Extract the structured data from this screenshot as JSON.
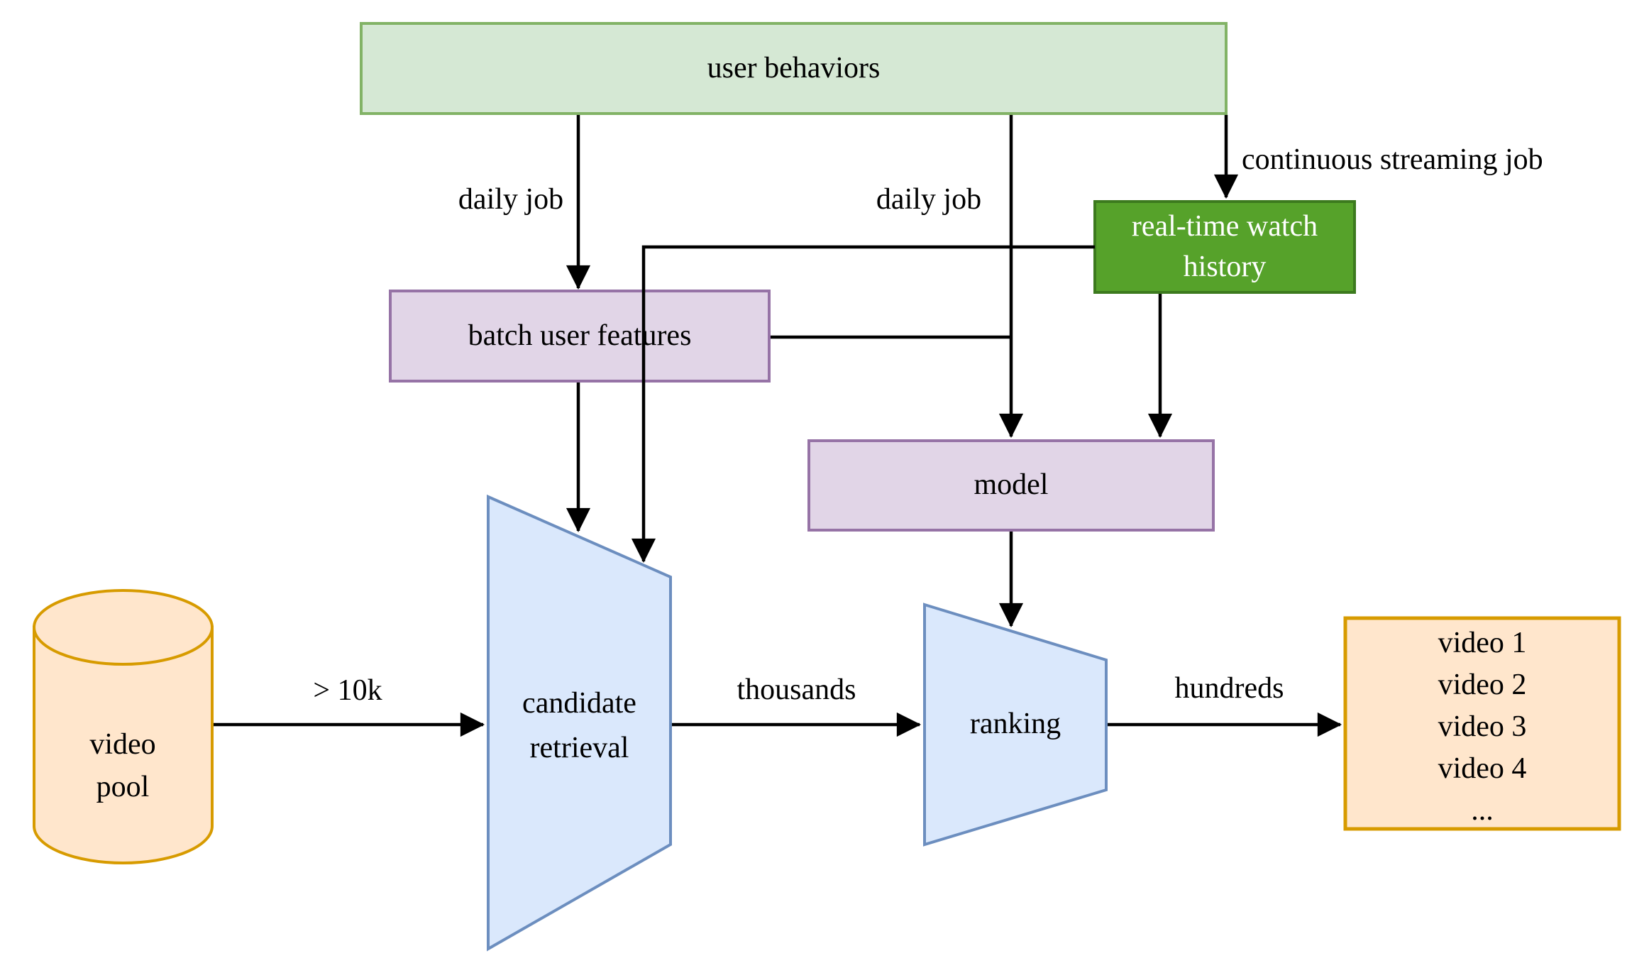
{
  "diagram": {
    "nodes": {
      "user_behaviors": {
        "label": "user behaviors"
      },
      "realtime_watch_history": {
        "label": "real-time watch history"
      },
      "batch_user_features": {
        "label": "batch user features"
      },
      "model": {
        "label": "model"
      },
      "video_pool": {
        "label": "video pool"
      },
      "candidate_retrieval": {
        "label": "candidate retrieval"
      },
      "ranking": {
        "label": "ranking"
      },
      "output_videos": {
        "items": [
          "video 1",
          "video 2",
          "video 3",
          "video 4",
          "..."
        ]
      }
    },
    "edge_labels": {
      "daily_job_left": "daily job",
      "daily_job_right": "daily job",
      "continuous_streaming_job": "continuous streaming job",
      "video_pool_to_retrieval": "> 10k",
      "retrieval_to_ranking": "thousands",
      "ranking_to_output": "hundreds"
    },
    "colors": {
      "light_green_fill": "#d5e8d4",
      "light_green_stroke": "#82b366",
      "bright_green_fill": "#56a22a",
      "bright_green_stroke": "#3c7a1e",
      "purple_fill": "#e1d5e7",
      "purple_stroke": "#9673a6",
      "blue_fill": "#dae8fc",
      "blue_stroke": "#6c8ebf",
      "orange_fill": "#ffe6cc",
      "orange_stroke": "#d79b00",
      "connector": "#000000",
      "text": "#000000",
      "realtime_text": "#ffffff"
    }
  }
}
